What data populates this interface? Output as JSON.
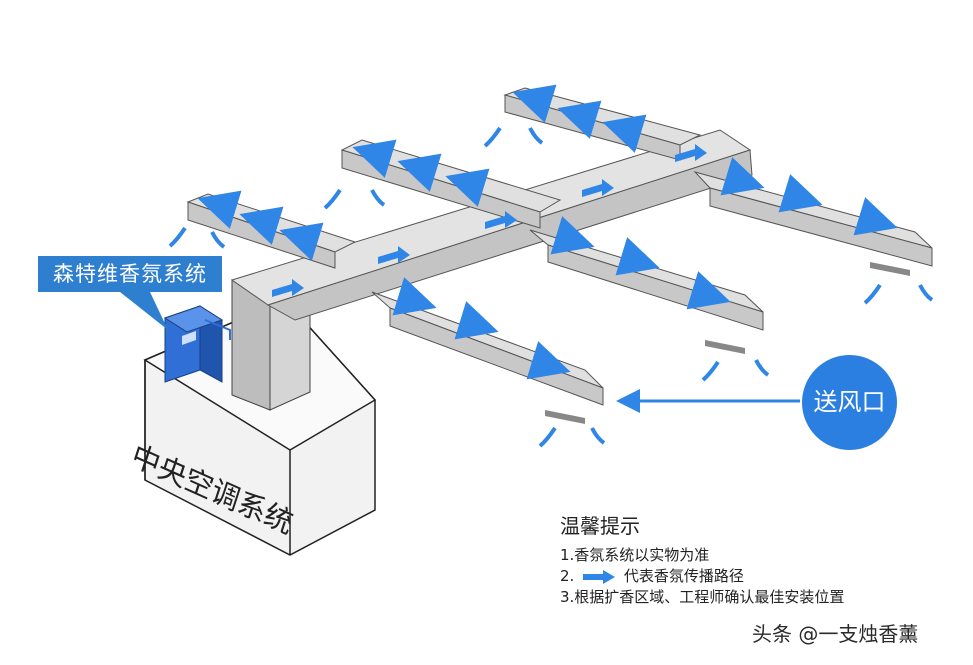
{
  "diagram": {
    "system_label": "森特维香氛系统",
    "central_ac_label": "中央空调系统",
    "vent_label": "送风口",
    "colors": {
      "duct_top": "#d9d9d9",
      "duct_side": "#b5b5b5",
      "arrow": "#2f86e6",
      "callout": "#2f7fd0",
      "device": "#2f6fd6"
    }
  },
  "tips": {
    "title": "温馨提示",
    "item1": "1.香氛系统以实物为准",
    "item2_prefix": "2.",
    "item2_suffix": "代表香氛传播路径",
    "item3": "3.根据扩香区域、工程师确认最佳安装位置"
  },
  "watermark": "头条 @一支烛香薰"
}
